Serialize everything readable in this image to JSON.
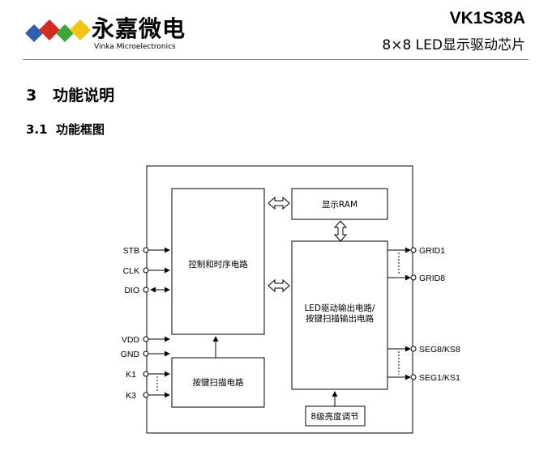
{
  "header": {
    "brand_cn": "永嘉微电",
    "brand_en": "Vinka Microelectronics",
    "chip_model": "VK1S38A",
    "chip_subtitle": "8×8 LED显示驱动芯片",
    "logo_colors": [
      "#2f5fb0",
      "#d62a27",
      "#3aa83a",
      "#f3c514"
    ]
  },
  "section": {
    "title": "3   功能说明",
    "subtitle": "3.1  功能框图"
  },
  "diagram": {
    "blocks": {
      "control": "控制和时序电路",
      "ram": "显示RAM",
      "led_driver_line1": "LED驱动输出电路/",
      "led_driver_line2": "按键扫描输出电路",
      "key_scan": "按键扫描电路",
      "brightness": "8级亮度调节"
    },
    "pins_left": {
      "stb": "STB",
      "clk": "CLK",
      "dio": "DIO",
      "vdd": "VDD",
      "gnd": "GND",
      "k1": "K1",
      "k3": "K3"
    },
    "pins_right": {
      "grid1": "GRID1",
      "grid8": "GRID8",
      "seg8": "SEG8/KS8",
      "seg1": "SEG1/KS1"
    }
  }
}
